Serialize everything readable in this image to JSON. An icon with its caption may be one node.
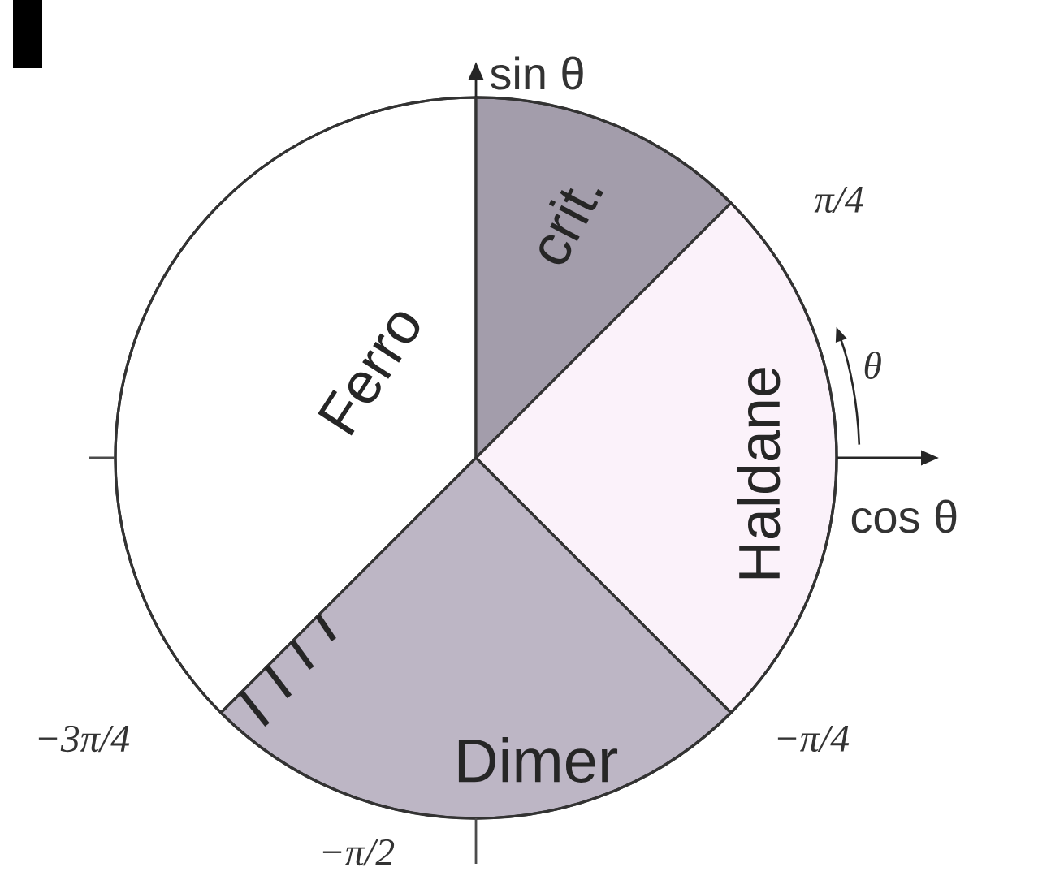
{
  "diagram": {
    "nodes": [
      {
        "text": [
          "Ferro"
        ]
      },
      {
        "text": [
          "crit."
        ]
      },
      {
        "text": [
          "Haldane"
        ]
      },
      {
        "text": [
          "Dimer"
        ]
      }
    ],
    "labels": [
      "sin θ",
      "π/4",
      "θ",
      "cos θ",
      "−π/4",
      "−3π/4",
      "−π/2"
    ]
  }
}
